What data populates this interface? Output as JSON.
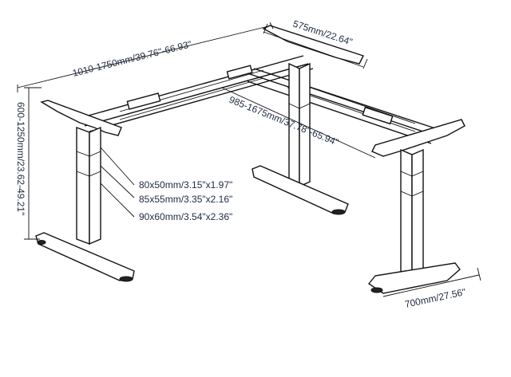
{
  "dimensions": {
    "bracket_width": "575mm/22.64\"",
    "main_beam_length": "1010-1750mm/39.76\"-66.93\"",
    "side_beam_length": "985-1675mm/37.78\"-65.94\"",
    "height_range": "600-1250mm/23.62-49.21\"",
    "foot_length": "700mm/27.56\""
  },
  "column_sections": [
    "80x50mm/3.15\"x1.97\"",
    "85x55mm/3.35\"x2.16\"",
    "90x60mm/3.54\"x2.36\""
  ],
  "colors": {
    "line": "#111111",
    "text": "#1f2940"
  }
}
